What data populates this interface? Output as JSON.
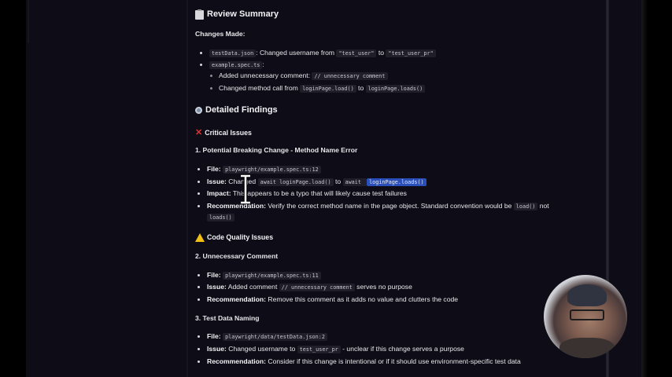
{
  "review_summary": {
    "title": "Review Summary",
    "icon": "clipboard-icon",
    "changes_label": "Changes Made:",
    "changes": [
      {
        "file": "testData.json",
        "text_pre": ": Changed username from ",
        "code1": "\"test_user\"",
        "mid": " to ",
        "code2": "\"test_user_pr\""
      },
      {
        "file": "example.spec.ts",
        "text_pre": ":",
        "sub_items": [
          {
            "pre": "Added unnecessary comment: ",
            "code": "// unnecessary comment"
          },
          {
            "pre": "Changed method call from ",
            "code1": "loginPage.load()",
            "mid": " to ",
            "code2": "loginPage.loads()"
          }
        ]
      }
    ]
  },
  "detailed_findings": {
    "title": "Detailed Findings",
    "icon": "magnifier-icon",
    "critical": {
      "title": "Critical Issues",
      "icon": "cross-mark-icon",
      "finding": {
        "heading": "1. Potential Breaking Change - Method Name Error",
        "file_label": "File:",
        "file": "playwright/example.spec.ts:12",
        "issue_label": "Issue:",
        "issue_pre": "Changed",
        "issue_code1": "await loginPage.load()",
        "issue_mid": "to",
        "issue_code2_pre": "await",
        "issue_code2_sel": "loginPage.loads()",
        "impact_label": "Impact:",
        "impact": "This appears to be a typo that will likely cause test failures",
        "rec_label": "Recommendation:",
        "rec": "Verify the correct method name in the page object. Standard convention would be",
        "rec_code1": "load()",
        "rec_mid": "not",
        "rec_code2": "loads()"
      }
    },
    "quality": {
      "title": "Code Quality Issues",
      "icon": "warning-icon",
      "findings": [
        {
          "heading": "2. Unnecessary Comment",
          "file_label": "File:",
          "file": "playwright/example.spec.ts:11",
          "issue_label": "Issue:",
          "issue_pre": "Added comment",
          "issue_code": "// unnecessary comment",
          "issue_post": "serves no purpose",
          "rec_label": "Recommendation:",
          "rec": "Remove this comment as it adds no value and clutters the code"
        },
        {
          "heading": "3. Test Data Naming",
          "file_label": "File:",
          "file": "playwright/data/testData.json:2",
          "issue_label": "Issue:",
          "issue_pre": "Changed username to",
          "issue_code": "test_user_pr",
          "issue_post": "- unclear if this change serves a purpose",
          "rec_label": "Recommendation:",
          "rec": "Consider if this change is intentional or if it should use environment-specific test data"
        }
      ]
    }
  },
  "colors": {
    "background": "#0e0d17",
    "code_bg": "#1f1e29",
    "selection": "#2b4fb8",
    "critical": "#e0322f",
    "warning": "#f2c012"
  }
}
